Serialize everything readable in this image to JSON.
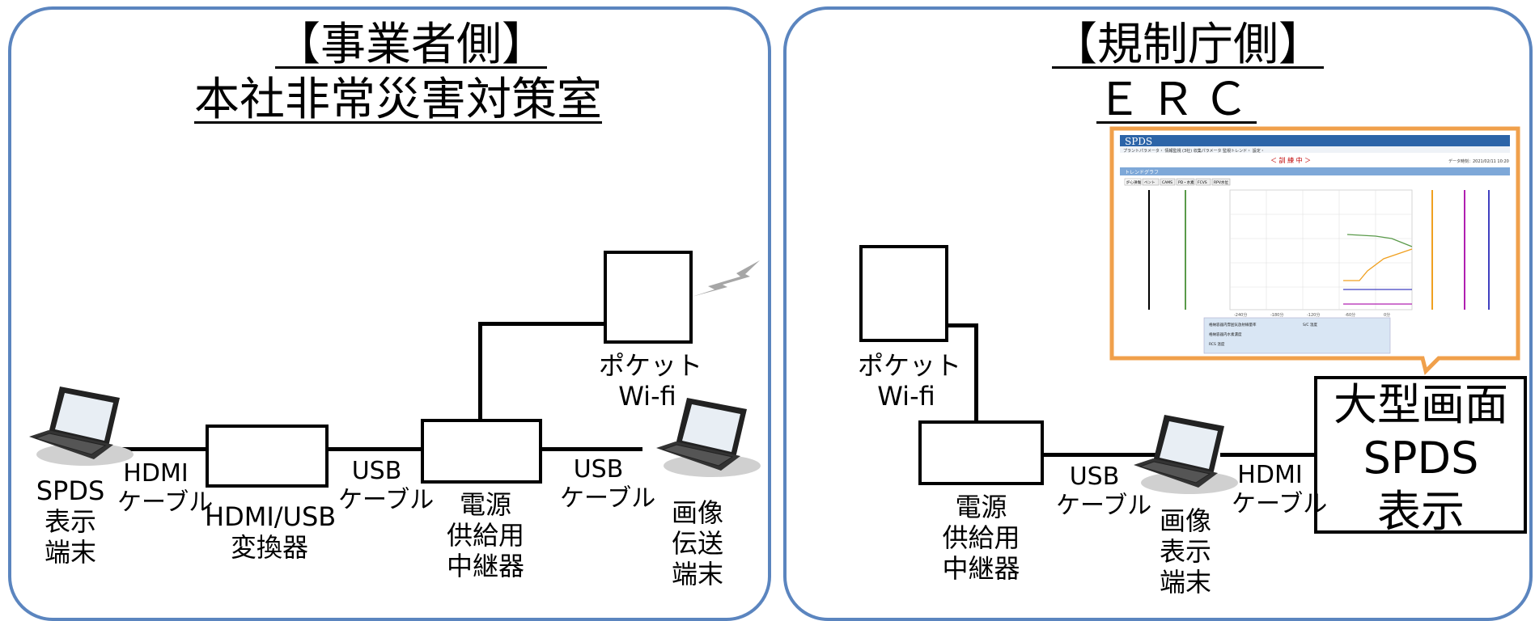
{
  "left": {
    "title_line1": "【事業者側】",
    "title_line2": "本社非常災害対策室",
    "spds_terminal": [
      "SPDS",
      "表示",
      "端末"
    ],
    "hdmi_cable": [
      "HDMI",
      "ケーブル"
    ],
    "converter": [
      "HDMI/USB",
      "変換器"
    ],
    "usb_cable_1": [
      "USB",
      "ケーブル"
    ],
    "relay": [
      "電源",
      "供給用",
      "中継器"
    ],
    "usb_cable_2": [
      "USB",
      "ケーブル"
    ],
    "pocket_wifi": [
      "ポケット",
      "Wi-fi"
    ],
    "image_tx_terminal": [
      "画像",
      "伝送",
      "端末"
    ]
  },
  "right": {
    "title_line1": "【規制庁側】",
    "title_line2": "ＥＲＣ",
    "pocket_wifi": [
      "ポケット",
      "Wi-fi"
    ],
    "relay": [
      "電源",
      "供給用",
      "中継器"
    ],
    "usb_cable": [
      "USB",
      "ケーブル"
    ],
    "image_display_terminal": [
      "画像",
      "表示",
      "端末"
    ],
    "hdmi_cable": [
      "HDMI",
      "ケーブル"
    ],
    "big_screen": [
      "大型画面",
      "SPDS",
      "表示"
    ]
  },
  "screenshot": {
    "logo": "SPDS",
    "nav": "プラントパラメータ・ 情報監視 (3社) 収集パラメータ 監視トレンド・ 設定・",
    "status": "＜ 訓 練 中 ＞",
    "date": "データ時刻：2021/02/11 10:20",
    "section": "トレンドグラフ",
    "tabs": [
      "炉心損傷",
      "ベント",
      "CAMS",
      "PD・水素",
      "FCVS",
      "RPV水位"
    ],
    "x_ticks": [
      "-240分",
      "-180分",
      "-120分",
      "-60分",
      "0分"
    ],
    "legend": [
      "格納容器内雰囲気放射線量率",
      "S/C 温度",
      "格納容器内水素濃度",
      "RCS 温度"
    ]
  },
  "colors": {
    "panel_border": "#5b85bf",
    "callout_border": "#f0a04b",
    "signal": "#a6a6a6"
  }
}
